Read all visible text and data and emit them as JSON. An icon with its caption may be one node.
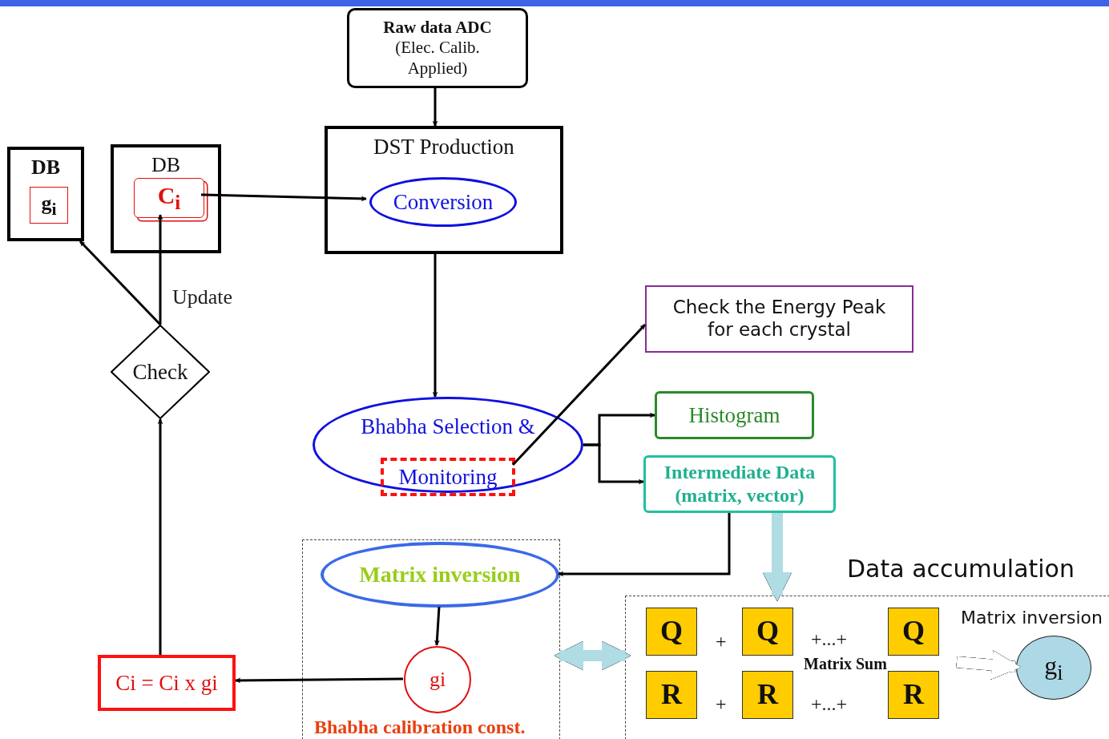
{
  "diagram": {
    "nodes": [
      {
        "text": [
          "**Raw data ADC** (Elec. Calib. Applied)"
        ]
      },
      {
        "text": [
          "DB"
        ]
      },
      {
        "text": [
          "g$_{i}$"
        ],
        "in": 1
      },
      {
        "text": [
          "DB"
        ]
      },
      {
        "text": [
          "C$_{i}$"
        ],
        "in": 3
      },
      {
        "text": [
          "DST Production"
        ]
      },
      {
        "text": [
          "Conversion"
        ],
        "in": 5
      },
      {
        "text": [
          "Check"
        ]
      },
      {
        "text": [
          "Check the Energy Peak for each crystal"
        ]
      },
      {
        "text": [
          "Bhabha Selection &"
        ]
      },
      {
        "text": [
          "Monitoring"
        ],
        "in": 9
      },
      {
        "text": [
          "Histogram"
        ]
      },
      {
        "text": [
          "Intermediate Data (matrix, vector)"
        ]
      },
      {
        "text": [
          "Bhabha calibration const."
        ]
      },
      {
        "text": [
          "Matrix inversion"
        ],
        "in": 13
      },
      {
        "text": [
          "gi"
        ],
        "in": 13
      },
      {
        "text": [
          "Ci = Ci x gi"
        ]
      },
      {
        "text": [
          "Data accumulation"
        ]
      },
      {
        "text": [
          "Q"
        ],
        "in": 17
      },
      {
        "text": [
          "Q"
        ],
        "in": 17
      },
      {
        "text": [
          "Q"
        ],
        "in": 17
      },
      {
        "text": [
          "R"
        ],
        "in": 17
      },
      {
        "text": [
          "R"
        ],
        "in": 17
      },
      {
        "text": [
          "R"
        ],
        "in": 17
      },
      {
        "text": [
          "g$_{i}$"
        ],
        "in": 17,
        "beside": [
          "Matrix inversion"
        ]
      }
    ],
    "edges": [
      {
        "from": 0,
        "to": 5,
        "arrow": "to"
      },
      {
        "from": 4,
        "to": 6,
        "arrow": "to"
      },
      {
        "from": 5,
        "to": 9,
        "arrow": "to"
      },
      {
        "from": 10,
        "to": 8,
        "arrow": "to"
      },
      {
        "from": 9,
        "to": 11,
        "arrow": "to"
      },
      {
        "from": 9,
        "to": 12,
        "arrow": "to"
      },
      {
        "from": 12,
        "to": 14,
        "arrow": "to"
      },
      {
        "from": 12,
        "to": 17,
        "arrow": "to",
        "style": "thick",
        "color": "#b0dce4"
      },
      {
        "from": 14,
        "to": 15,
        "arrow": "to"
      },
      {
        "from": 15,
        "to": 16,
        "arrow": "to"
      },
      {
        "from": 16,
        "to": 7,
        "arrow": "to"
      },
      {
        "from": 7,
        "to": 4,
        "arrow": "to",
        "label": "Update"
      },
      {
        "from": 7,
        "to": 1,
        "arrow": "to"
      },
      {
        "from": 13,
        "to": 17,
        "arrow": "both",
        "style": "thick",
        "color": "#b0dce4"
      },
      {
        "from": null,
        "to": 24,
        "arrow": "to",
        "style": "thick",
        "color": "#ffffff"
      }
    ],
    "labels": [
      "+",
      "+...+",
      "Matrix Sum",
      "+",
      "+...+"
    ]
  }
}
